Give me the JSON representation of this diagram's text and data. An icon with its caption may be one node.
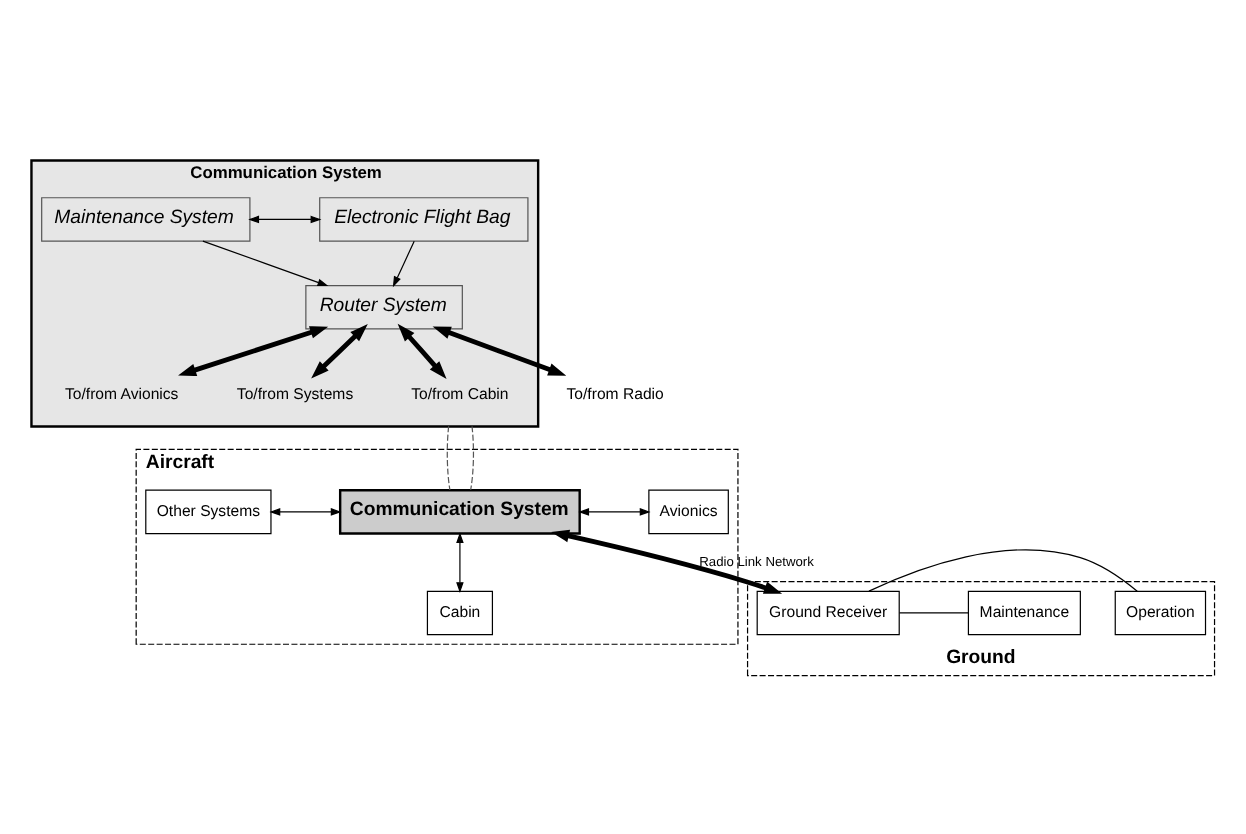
{
  "diagram": {
    "nodes": [
      {
        "text": [
          "Communication System"
        ]
      },
      {
        "text": [
          "Electronic Flight Bag"
        ],
        "in": 0
      },
      {
        "text": [
          "Maintenance System"
        ],
        "in": 0
      },
      {
        "text": [
          "Router System"
        ],
        "in": 0
      },
      {
        "text": [
          "To/from Avionics"
        ],
        "in": 0
      },
      {
        "text": [
          "To/from Systems"
        ],
        "in": 0
      },
      {
        "text": [
          "To/from Cabin"
        ],
        "in": 0
      },
      {
        "text": [
          "To/from Radio"
        ]
      },
      {
        "text": [
          "Aircraft"
        ]
      },
      {
        "text": [
          "Avionics"
        ],
        "in": 8
      },
      {
        "text": [
          "Communication System"
        ],
        "in": 8
      },
      {
        "text": [
          "Other Systems"
        ],
        "in": 8
      },
      {
        "text": [
          "Cabin"
        ],
        "in": 8
      },
      {
        "text": [
          "Ground"
        ]
      },
      {
        "text": [
          "Operation"
        ],
        "in": 13
      },
      {
        "text": [
          "Ground Receiver"
        ],
        "in": 13
      },
      {
        "text": [
          "Maintenance"
        ],
        "in": 13
      }
    ],
    "edges": [
      {
        "from": 1,
        "to": 2,
        "arrow": "both"
      },
      {
        "from": 1,
        "to": 3,
        "arrow": "to"
      },
      {
        "from": 2,
        "to": 3,
        "arrow": "to"
      },
      {
        "from": 3,
        "to": 4,
        "arrow": "both",
        "style": "thick"
      },
      {
        "from": 3,
        "to": 5,
        "arrow": "both",
        "style": "thick"
      },
      {
        "from": 3,
        "to": 6,
        "arrow": "both",
        "style": "thick"
      },
      {
        "from": 3,
        "to": 7,
        "arrow": "both",
        "style": "thick"
      },
      {
        "from": 0,
        "to": 10,
        "arrow": "none",
        "style": "dashed"
      },
      {
        "from": 0,
        "to": 10,
        "arrow": "none",
        "style": "dashed"
      },
      {
        "from": 10,
        "to": 9,
        "arrow": "both"
      },
      {
        "from": 10,
        "to": 11,
        "arrow": "both"
      },
      {
        "from": 10,
        "to": 12,
        "arrow": "both"
      },
      {
        "from": 10,
        "to": 15,
        "arrow": "both",
        "label": "Radio Link Network",
        "style": "thick"
      },
      {
        "from": 15,
        "to": 14,
        "arrow": "none"
      },
      {
        "from": 15,
        "to": 16,
        "arrow": "none"
      }
    ]
  }
}
